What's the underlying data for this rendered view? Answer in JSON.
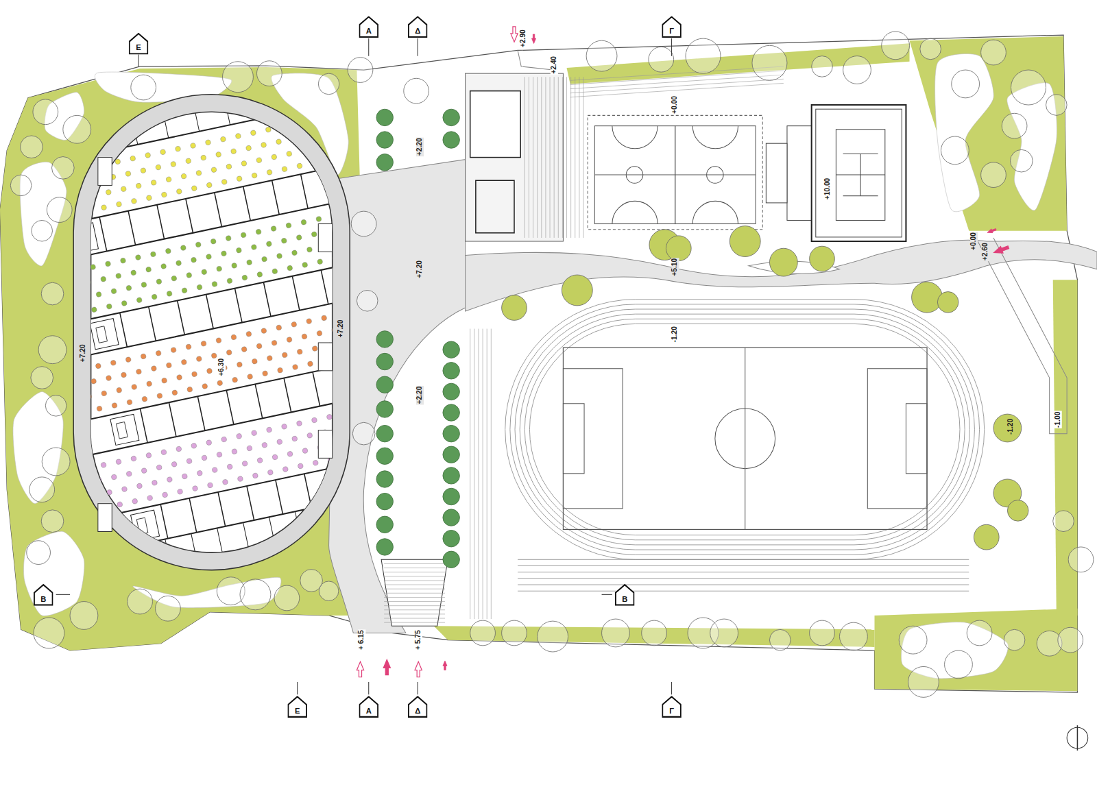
{
  "diagram": {
    "nodes": [
      {
        "text": [
          "Α"
        ]
      },
      {
        "text": [
          "Δ"
        ]
      },
      {
        "text": [
          "Γ"
        ]
      },
      {
        "text": [
          "Ε"
        ]
      },
      {
        "text": [
          "Β"
        ]
      },
      {
        "text": [
          "Β"
        ]
      },
      {
        "text": [
          "Ε"
        ]
      },
      {
        "text": [
          "Α"
        ]
      },
      {
        "text": [
          "Δ"
        ]
      },
      {
        "text": [
          "Γ"
        ]
      }
    ],
    "labels": [
      "+2.90",
      "+2.40",
      "+0.00",
      "+2.20",
      "+10.00",
      "+7.20",
      "+5.10",
      "+0.00",
      "+2.60",
      "+7.20",
      "+7.20",
      "+6.30",
      "-1.20",
      "-1.20",
      "-1.00",
      "+2.20",
      "+ 6.15",
      "+ 5.75"
    ]
  }
}
